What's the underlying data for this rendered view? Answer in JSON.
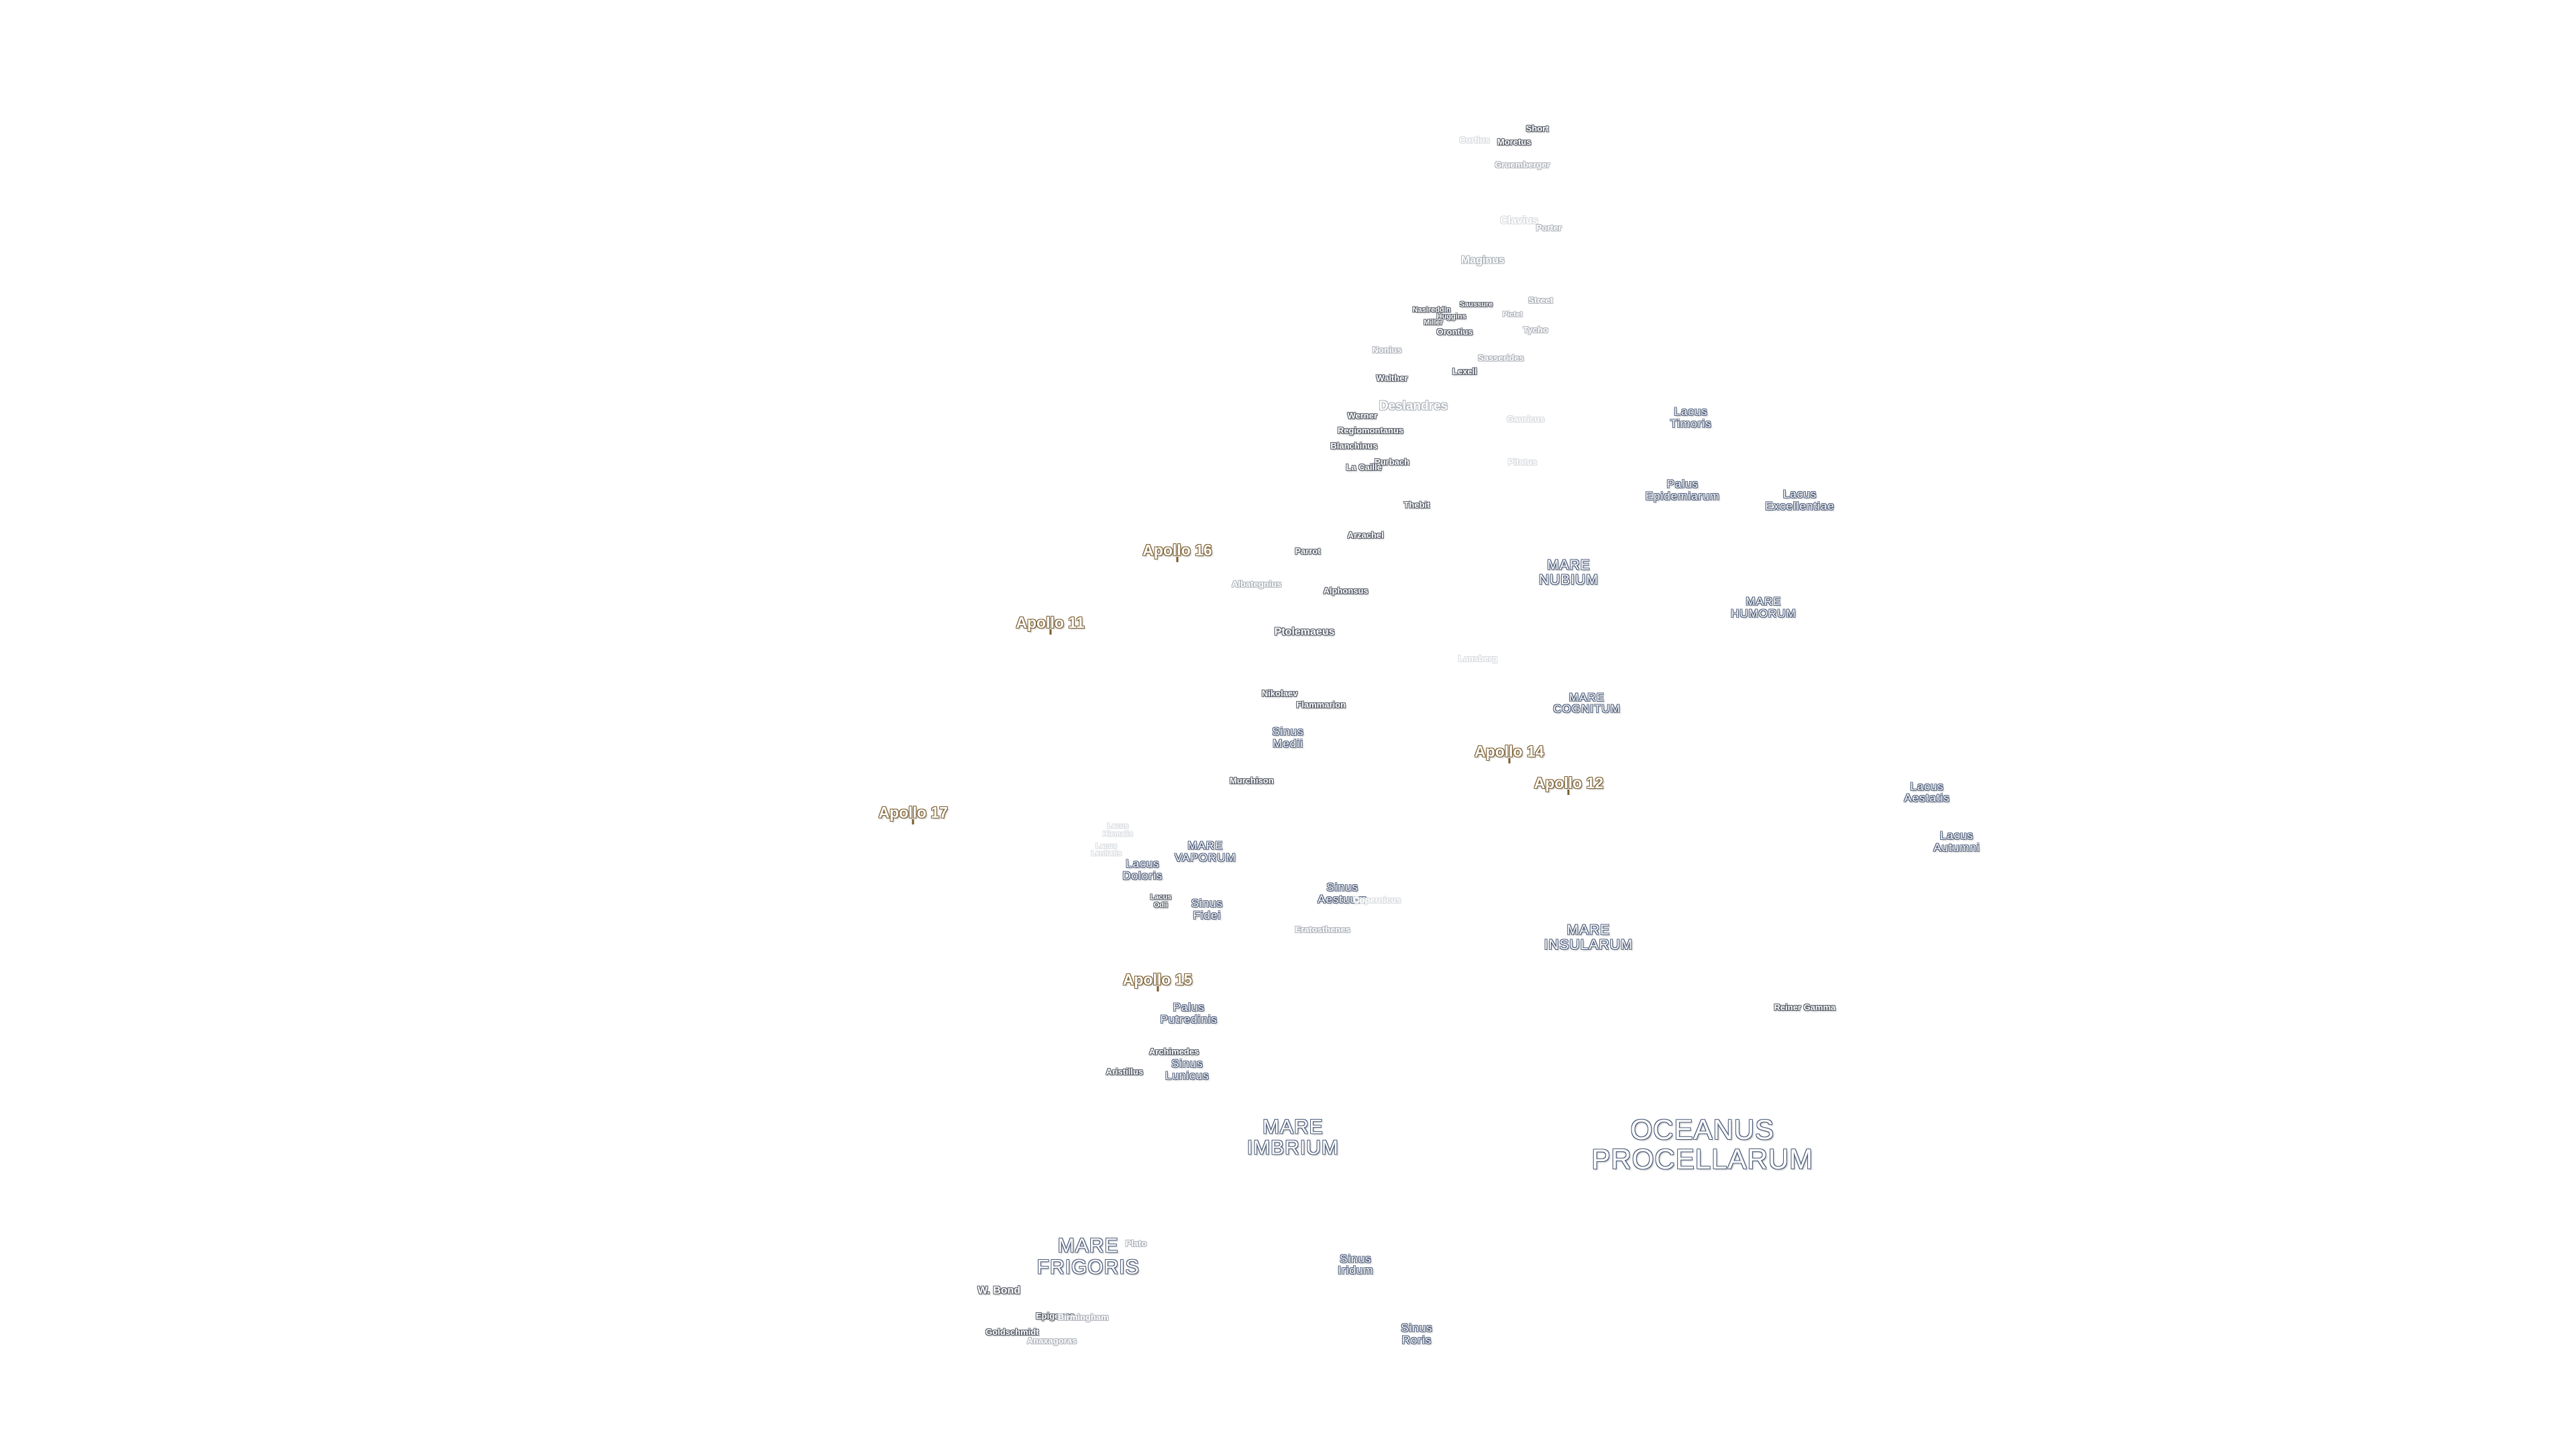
{
  "map": {
    "maria": [
      {
        "id": "oceanus-procellarum",
        "label": "OCEANUS\nPROCELLARUM",
        "size": "xl"
      },
      {
        "id": "mare-imbrium",
        "label": "MARE\nIMBRIUM",
        "size": "l"
      },
      {
        "id": "mare-frigoris",
        "label": "MARE\nFRIGORIS",
        "size": "l"
      },
      {
        "id": "mare-nubium",
        "label": "MARE\nNUBIUM",
        "size": "m"
      },
      {
        "id": "mare-humorum",
        "label": "MARE\nHUMORUM",
        "size": "s"
      },
      {
        "id": "mare-cognitum",
        "label": "MARE\nCOGNITUM",
        "size": "s"
      },
      {
        "id": "mare-insularum",
        "label": "MARE\nINSULARUM",
        "size": "m"
      },
      {
        "id": "mare-vaporum",
        "label": "MARE\nVAPORUM",
        "size": "s"
      },
      {
        "id": "sinus-aestuum",
        "label": "Sinus\nAestuum",
        "size": "s"
      },
      {
        "id": "sinus-medii",
        "label": "Sinus\nMedii",
        "size": "s"
      },
      {
        "id": "sinus-iridum",
        "label": "Sinus\nIridum",
        "size": "s"
      },
      {
        "id": "sinus-roris",
        "label": "Sinus\nRoris",
        "size": "s"
      },
      {
        "id": "palus-epidemiarum",
        "label": "Palus\nEpidemiarum",
        "size": "s"
      },
      {
        "id": "palus-putredinis",
        "label": "Palus\nPutredinis",
        "size": "s"
      },
      {
        "id": "lacus-excellentiae",
        "label": "Lacus\nExcellentiae",
        "size": "s"
      },
      {
        "id": "lacus-timoris",
        "label": "Lacus\nTimoris",
        "size": "s"
      },
      {
        "id": "lacus-aestatis",
        "label": "Lacus\nAestatis",
        "size": "s"
      },
      {
        "id": "lacus-autumni",
        "label": "Lacus\nAutumni",
        "size": "s"
      },
      {
        "id": "lacus-doloris",
        "label": "Lacus\nDoloris",
        "size": "s"
      },
      {
        "id": "sinus-fidei",
        "label": "Sinus\nFidei",
        "size": "s"
      },
      {
        "id": "sinus-lunicus",
        "label": "Sinus\nLunicus",
        "size": "s"
      }
    ],
    "apollo_sites": [
      {
        "id": "apollo-11",
        "label": "Apollo 11"
      },
      {
        "id": "apollo-12",
        "label": "Apollo 12"
      },
      {
        "id": "apollo-14",
        "label": "Apollo 14"
      },
      {
        "id": "apollo-15",
        "label": "Apollo 15"
      },
      {
        "id": "apollo-16",
        "label": "Apollo 16"
      },
      {
        "id": "apollo-17",
        "label": "Apollo 17"
      }
    ],
    "craters": [
      {
        "id": "short",
        "label": "Short",
        "tone": "normal"
      },
      {
        "id": "moretus",
        "label": "Moretus",
        "tone": "normal"
      },
      {
        "id": "curtius",
        "label": "Curtius",
        "tone": "vfaint"
      },
      {
        "id": "gruemberger",
        "label": "Gruemberger",
        "tone": "faint"
      },
      {
        "id": "clavius",
        "label": "Clavius",
        "tone": "vfaint"
      },
      {
        "id": "porter",
        "label": "Porter",
        "tone": "faint"
      },
      {
        "id": "maginus",
        "label": "Maginus",
        "tone": "faint"
      },
      {
        "id": "street",
        "label": "Street",
        "tone": "faint"
      },
      {
        "id": "nasireddin",
        "label": "Nasireddin",
        "tone": "normal"
      },
      {
        "id": "saussure",
        "label": "Saussure",
        "tone": "normal"
      },
      {
        "id": "huggins",
        "label": "Huggins",
        "tone": "normal"
      },
      {
        "id": "miller",
        "label": "Miller",
        "tone": "normal"
      },
      {
        "id": "orontius",
        "label": "Orontius",
        "tone": "normal"
      },
      {
        "id": "pictet",
        "label": "Pictet",
        "tone": "faint"
      },
      {
        "id": "tycho",
        "label": "Tycho",
        "tone": "faint"
      },
      {
        "id": "nonius",
        "label": "Nonius",
        "tone": "faint"
      },
      {
        "id": "sasserides",
        "label": "Sasserides",
        "tone": "faint"
      },
      {
        "id": "lexell",
        "label": "Lexell",
        "tone": "normal"
      },
      {
        "id": "walther",
        "label": "Walther",
        "tone": "normal"
      },
      {
        "id": "deslandres",
        "label": "Deslandres",
        "tone": "faint"
      },
      {
        "id": "werner",
        "label": "Werner",
        "tone": "normal"
      },
      {
        "id": "gauricus",
        "label": "Gauricus",
        "tone": "vfaint"
      },
      {
        "id": "regiomontanus",
        "label": "Regiomontanus",
        "tone": "normal"
      },
      {
        "id": "blanchinus",
        "label": "Blanchinus",
        "tone": "normal"
      },
      {
        "id": "purbach",
        "label": "Purbach",
        "tone": "normal"
      },
      {
        "id": "la-caille",
        "label": "La Caille",
        "tone": "normal"
      },
      {
        "id": "pitatus",
        "label": "Pitatus",
        "tone": "vfaint"
      },
      {
        "id": "thebit",
        "label": "Thebit",
        "tone": "normal"
      },
      {
        "id": "arzachel",
        "label": "Arzachel",
        "tone": "normal"
      },
      {
        "id": "parrot",
        "label": "Parrot",
        "tone": "normal"
      },
      {
        "id": "albategnius",
        "label": "Albategnius",
        "tone": "faint"
      },
      {
        "id": "alphonsus",
        "label": "Alphonsus",
        "tone": "normal"
      },
      {
        "id": "ptolemaeus",
        "label": "Ptolemaeus",
        "tone": "normal"
      },
      {
        "id": "lansberg",
        "label": "Lansberg",
        "tone": "vfaint"
      },
      {
        "id": "ukert",
        "label": "Nikolaev",
        "tone": "normal"
      },
      {
        "id": "flammarion",
        "label": "Flammarion",
        "tone": "normal"
      },
      {
        "id": "murchison",
        "label": "Murchison",
        "tone": "normal"
      },
      {
        "id": "lacus-hiemalis",
        "label": "Lacus\nHiemalis",
        "tone": "vfaint"
      },
      {
        "id": "lacus-lenitatis",
        "label": "Lacus\nLenitatis",
        "tone": "vfaint"
      },
      {
        "id": "lacus-odii",
        "label": "Lacus\nOdii",
        "tone": "normal"
      },
      {
        "id": "copernicus-faint",
        "label": "Copernicus",
        "tone": "vfaint"
      },
      {
        "id": "eratosthenes",
        "label": "Eratosthenes",
        "tone": "faint"
      },
      {
        "id": "reiner-gamma",
        "label": "Reiner Gamma",
        "tone": "normal"
      },
      {
        "id": "archimedes",
        "label": "Archimedes",
        "tone": "normal"
      },
      {
        "id": "aristillus",
        "label": "Aristillus",
        "tone": "normal"
      },
      {
        "id": "plato",
        "label": "Plato",
        "tone": "faint"
      },
      {
        "id": "w-bond",
        "label": "W. Bond",
        "tone": "normal"
      },
      {
        "id": "epigenes",
        "label": "Epigenes",
        "tone": "normal"
      },
      {
        "id": "birmingham",
        "label": "Birmingham",
        "tone": "faint"
      },
      {
        "id": "goldschmidt",
        "label": "Goldschmidt",
        "tone": "normal"
      },
      {
        "id": "anaxagoras",
        "label": "Anaxagoras",
        "tone": "faint"
      }
    ]
  }
}
